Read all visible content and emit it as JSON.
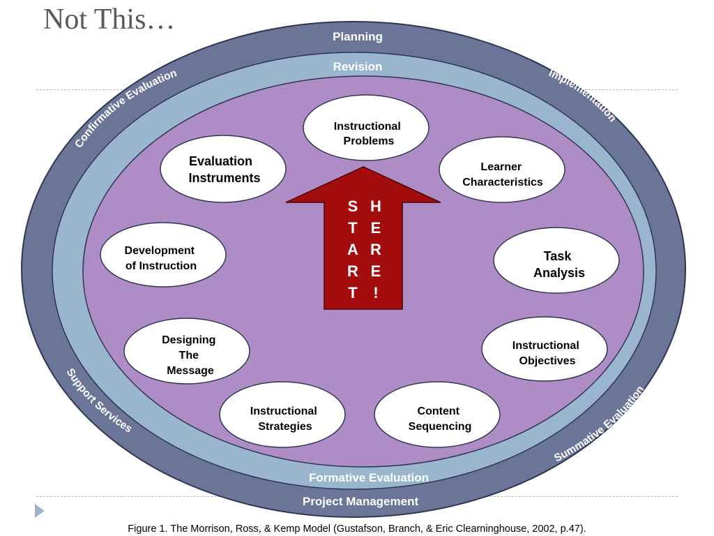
{
  "title": "Not This…",
  "rings": {
    "outer_top": "Planning",
    "inner_top": "Revision",
    "inner_bottom": "Formative Evaluation",
    "outer_bottom": "Project Management",
    "outer_left_top": "Confirmative Evaluation",
    "outer_right_top": "Implementation",
    "outer_left_bottom": "Support Services",
    "outer_right_bottom": "Summative Evaluation"
  },
  "nodes": [
    {
      "id": "instructional-problems",
      "lines": [
        "Instructional",
        "Problems"
      ]
    },
    {
      "id": "learner-characteristics",
      "lines": [
        "Learner",
        "Characteristics"
      ]
    },
    {
      "id": "task-analysis",
      "lines": [
        "Task",
        "Analysis"
      ]
    },
    {
      "id": "instructional-objectives",
      "lines": [
        "Instructional",
        "Objectives"
      ]
    },
    {
      "id": "content-sequencing",
      "lines": [
        "Content",
        "Sequencing"
      ]
    },
    {
      "id": "instructional-strategies",
      "lines": [
        "Instructional",
        "Strategies"
      ]
    },
    {
      "id": "designing-the-message",
      "lines": [
        "Designing",
        "The",
        "Message"
      ]
    },
    {
      "id": "development-of-instruction",
      "lines": [
        "Development",
        "of Instruction"
      ]
    },
    {
      "id": "evaluation-instruments",
      "lines": [
        "Evaluation",
        "Instruments"
      ]
    }
  ],
  "arrow": {
    "left_column": [
      "S",
      "T",
      "A",
      "R",
      "T"
    ],
    "right_column": [
      "H",
      "E",
      "R",
      "E",
      "!"
    ]
  },
  "caption": "Figure 1.  The Morrison, Ross, & Kemp Model (Gustafson, Branch, & Eric Clearninghouse, 2002, p.47).",
  "colors": {
    "outer_ring": "#6b7597",
    "middle_ring": "#9ab6ce",
    "inner_field": "#ae8cc6",
    "arrow": "#a30d0d",
    "node_fill": "#ffffff"
  }
}
